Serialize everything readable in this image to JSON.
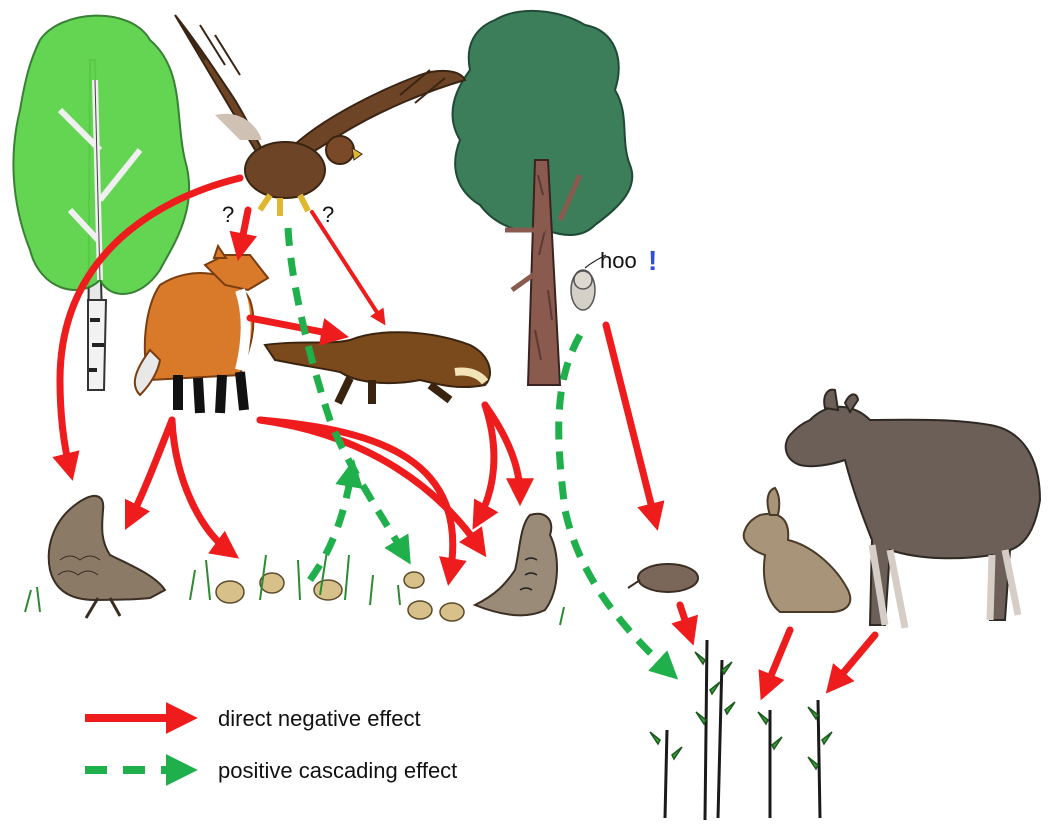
{
  "colors": {
    "negative": "#ee1c1c",
    "positive": "#1fb04c",
    "birch_leaf": "#5cd24a",
    "pine_leaf": "#3c7d5a",
    "pine_trunk": "#8a5a4f",
    "eagle": "#6e4426",
    "fox": "#d97a2b",
    "marten": "#7a4a1c",
    "moose": "#6b5f57",
    "hare": "#a89478",
    "grouse": "#8b7a66",
    "chick": "#d8c08a",
    "sapling": "#3aa23c",
    "exclaim": "#2f4fd8"
  },
  "labels": {
    "question_1": "?",
    "question_2": "?",
    "owl_call": "hoo",
    "owl_exclaim": "!"
  },
  "legend": {
    "negative": "direct negative effect",
    "positive": "positive cascading effect"
  },
  "icons": [
    "birch-tree-icon",
    "pine-tree-icon",
    "eagle-icon",
    "fox-icon",
    "marten-icon",
    "owl-icon",
    "capercaillie-icon",
    "hazel-grouse-icon",
    "chicks-icon",
    "vole-icon",
    "hare-icon",
    "moose-icon",
    "sapling-icon"
  ]
}
